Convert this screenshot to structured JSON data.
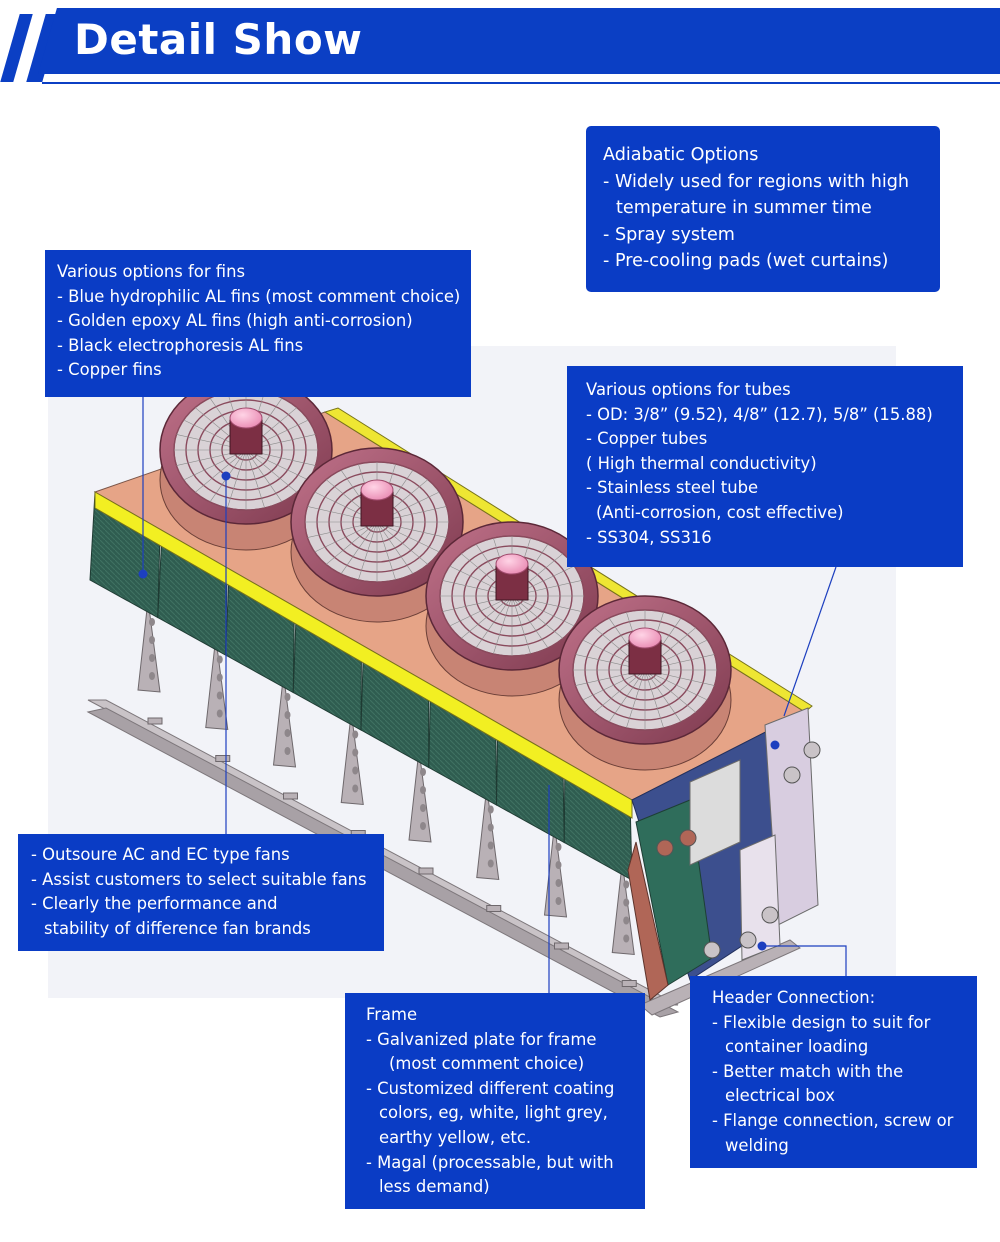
{
  "header": {
    "title": "Detail Show"
  },
  "colors": {
    "brand_blue": "#0b3fc4",
    "callout_blue": "#0a3cc5",
    "fin_coil": "#2f5d50",
    "top_rail": "#f2ef22",
    "fan_plate": "#e6a487",
    "fan_guard": "#a44f66",
    "frame": "#b9b1b6"
  },
  "callouts": {
    "adiabatic": {
      "title": "Adiabatic Options",
      "lines": [
        "- Widely used for regions with high",
        "temperature in summer time",
        "- Spray system",
        "- Pre-cooling pads (wet curtains)"
      ]
    },
    "fins": {
      "title": "Various options for fins",
      "lines": [
        "- Blue hydrophilic AL fins (most comment choice)",
        "- Golden epoxy AL fins (high anti-corrosion)",
        "- Black electrophoresis AL fins",
        "- Copper fins"
      ]
    },
    "tubes": {
      "title": "Various options for tubes",
      "lines": [
        "- OD: 3/8” (9.52), 4/8” (12.7), 5/8” (15.88)",
        "- Copper tubes",
        "( High thermal conductivity)",
        "- Stainless steel tube",
        "(Anti-corrosion, cost effective)",
        "- SS304, SS316"
      ]
    },
    "fans": {
      "lines": [
        "- Outsoure AC and EC type fans",
        "- Assist customers to select suitable fans",
        "- Clearly the performance and",
        "stability of difference fan brands"
      ]
    },
    "frame": {
      "title": "Frame",
      "lines": [
        "- Galvanized plate for frame",
        "(most comment choice)",
        "- Customized different coating",
        "colors, eg, white, light grey,",
        "earthy yellow, etc.",
        "- Magal (processable, but with",
        "less demand)"
      ]
    },
    "header_connection": {
      "title": "Header Connection:",
      "lines": [
        "- Flexible design to suit for",
        "container loading",
        "- Better match with the",
        "electrical box",
        "- Flange connection, screw or",
        "welding"
      ]
    }
  }
}
